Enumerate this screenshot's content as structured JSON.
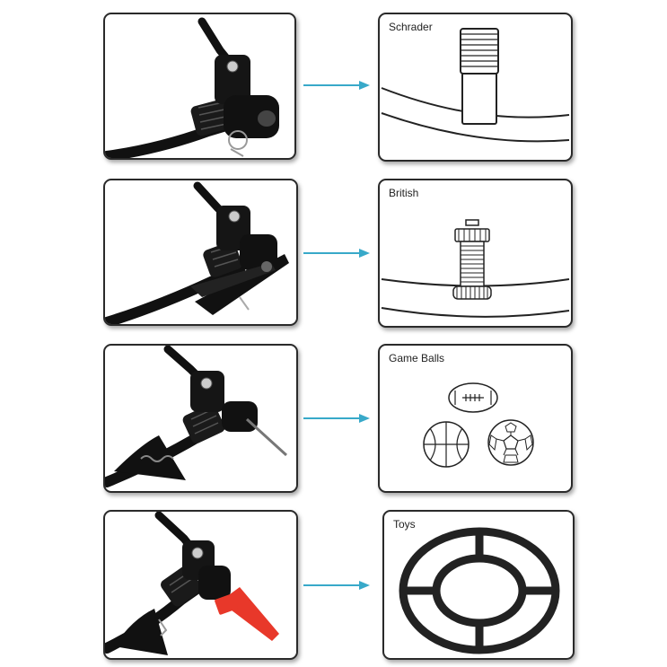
{
  "rows": [
    {
      "label": "Schrader",
      "tool": "pump-head-plain",
      "target": "schrader-valve"
    },
    {
      "label": "British",
      "tool": "pump-head-with-clip",
      "target": "british-valve"
    },
    {
      "label": "Game Balls",
      "tool": "pump-head-with-needle",
      "target": "game-balls"
    },
    {
      "label": "Toys",
      "tool": "pump-head-with-cone-nozzle",
      "target": "toy-ring"
    }
  ],
  "colors": {
    "arrow": "#38a9c9",
    "border": "#2a2a2a",
    "nozzle": "#e8382a"
  }
}
